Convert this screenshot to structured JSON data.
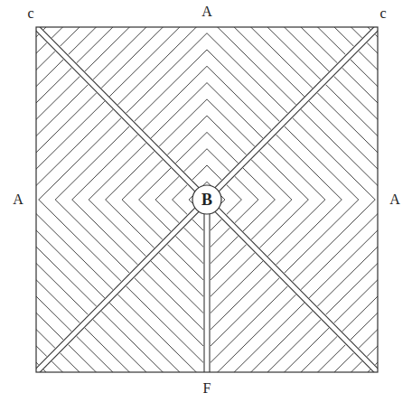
{
  "diagram": {
    "nodes": [
      {
        "text": [
          "B"
        ]
      }
    ],
    "labels": [
      "c",
      "A",
      "c",
      "A",
      "A",
      "F"
    ]
  }
}
